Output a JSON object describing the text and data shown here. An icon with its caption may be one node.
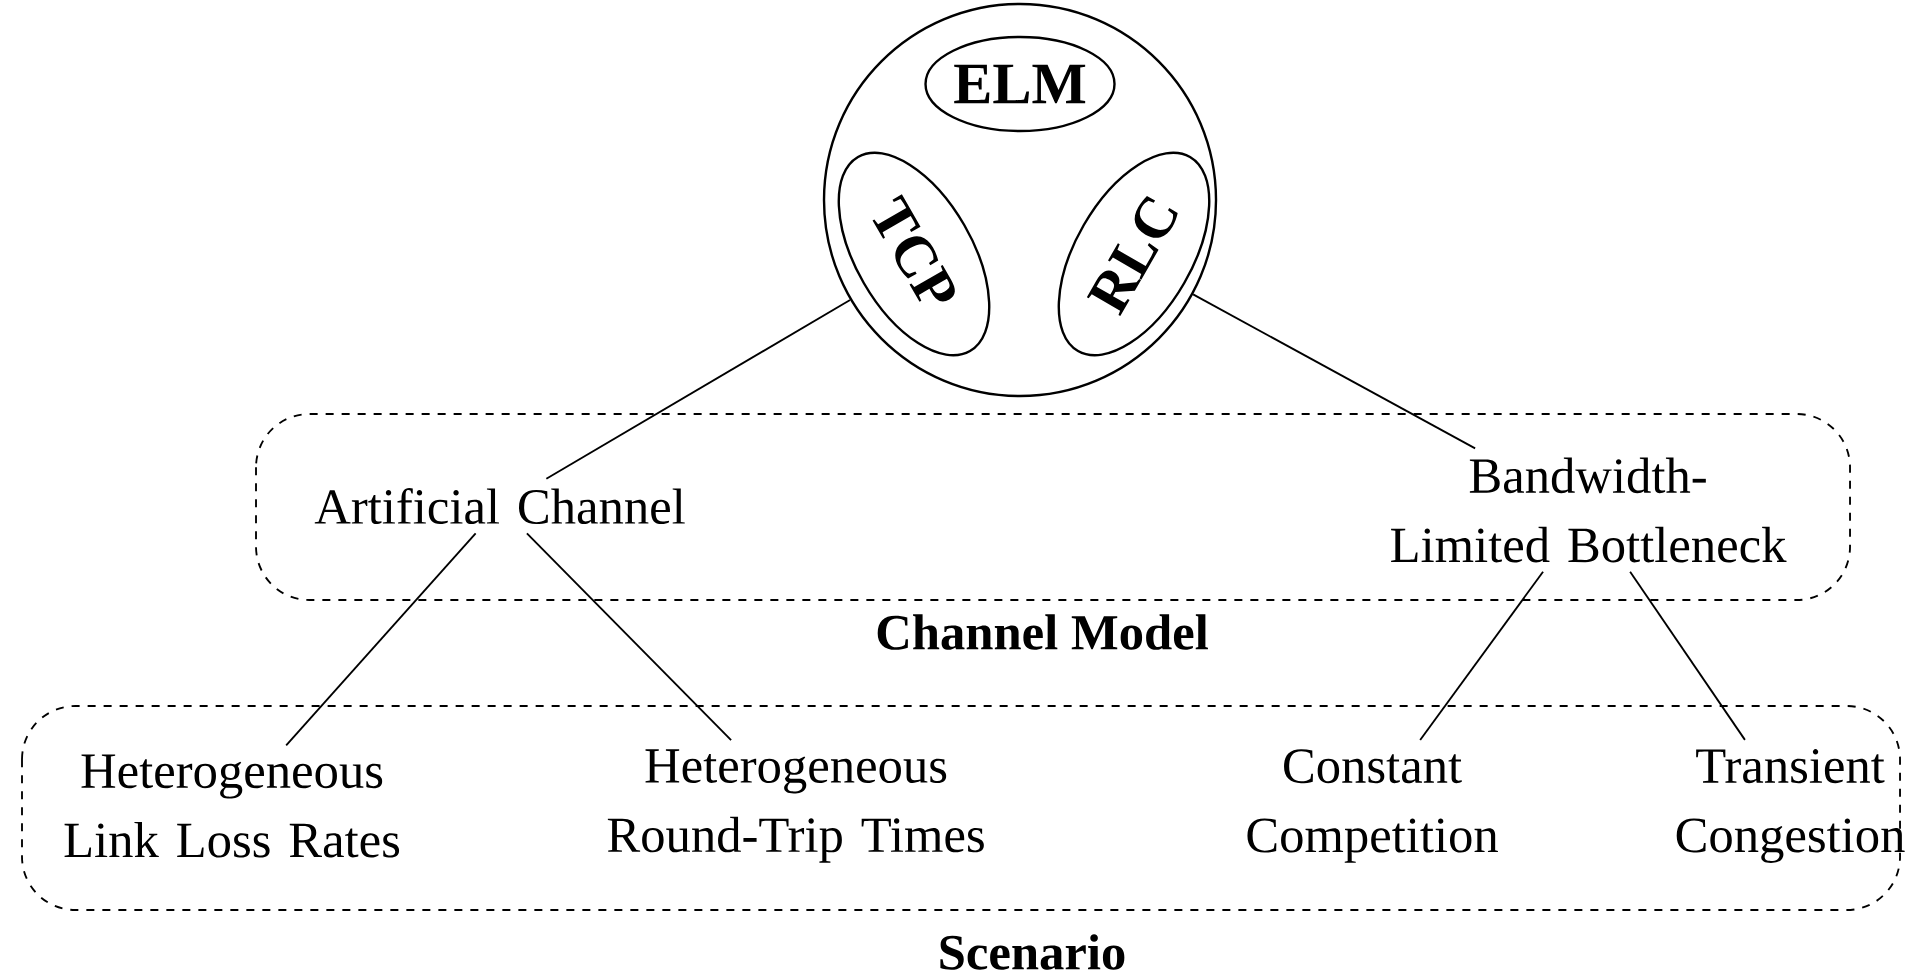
{
  "diagram": {
    "nodes": [
      {
        "text": [],
        "shape": "circle"
      },
      {
        "text": [
          "ELM"
        ],
        "in": 0
      },
      {
        "text": [
          "TCP"
        ],
        "in": 0
      },
      {
        "text": [
          "RLC"
        ],
        "in": 0
      },
      {
        "text": [
          "Channel Model"
        ]
      },
      {
        "text": [
          "Artificial Channel"
        ],
        "in": 4
      },
      {
        "text": [
          "Bandwidth-Limited Bottleneck"
        ],
        "in": 4
      },
      {
        "text": [
          "Scenario"
        ]
      },
      {
        "text": [
          "Heterogeneous Link Loss Rates"
        ],
        "in": 7
      },
      {
        "text": [
          "Heterogeneous Round-Trip Times"
        ],
        "in": 7
      },
      {
        "text": [
          "Constant Competition"
        ],
        "in": 7
      },
      {
        "text": [
          "Transient Congestion"
        ],
        "in": 7
      }
    ],
    "edges": [
      {
        "from": 0,
        "to": 5,
        "arrow": "none"
      },
      {
        "from": 0,
        "to": 6,
        "arrow": "none"
      },
      {
        "from": 5,
        "to": 8,
        "arrow": "none"
      },
      {
        "from": 5,
        "to": 9,
        "arrow": "none"
      },
      {
        "from": 6,
        "to": 10,
        "arrow": "none"
      },
      {
        "from": 6,
        "to": 11,
        "arrow": "none"
      }
    ]
  }
}
